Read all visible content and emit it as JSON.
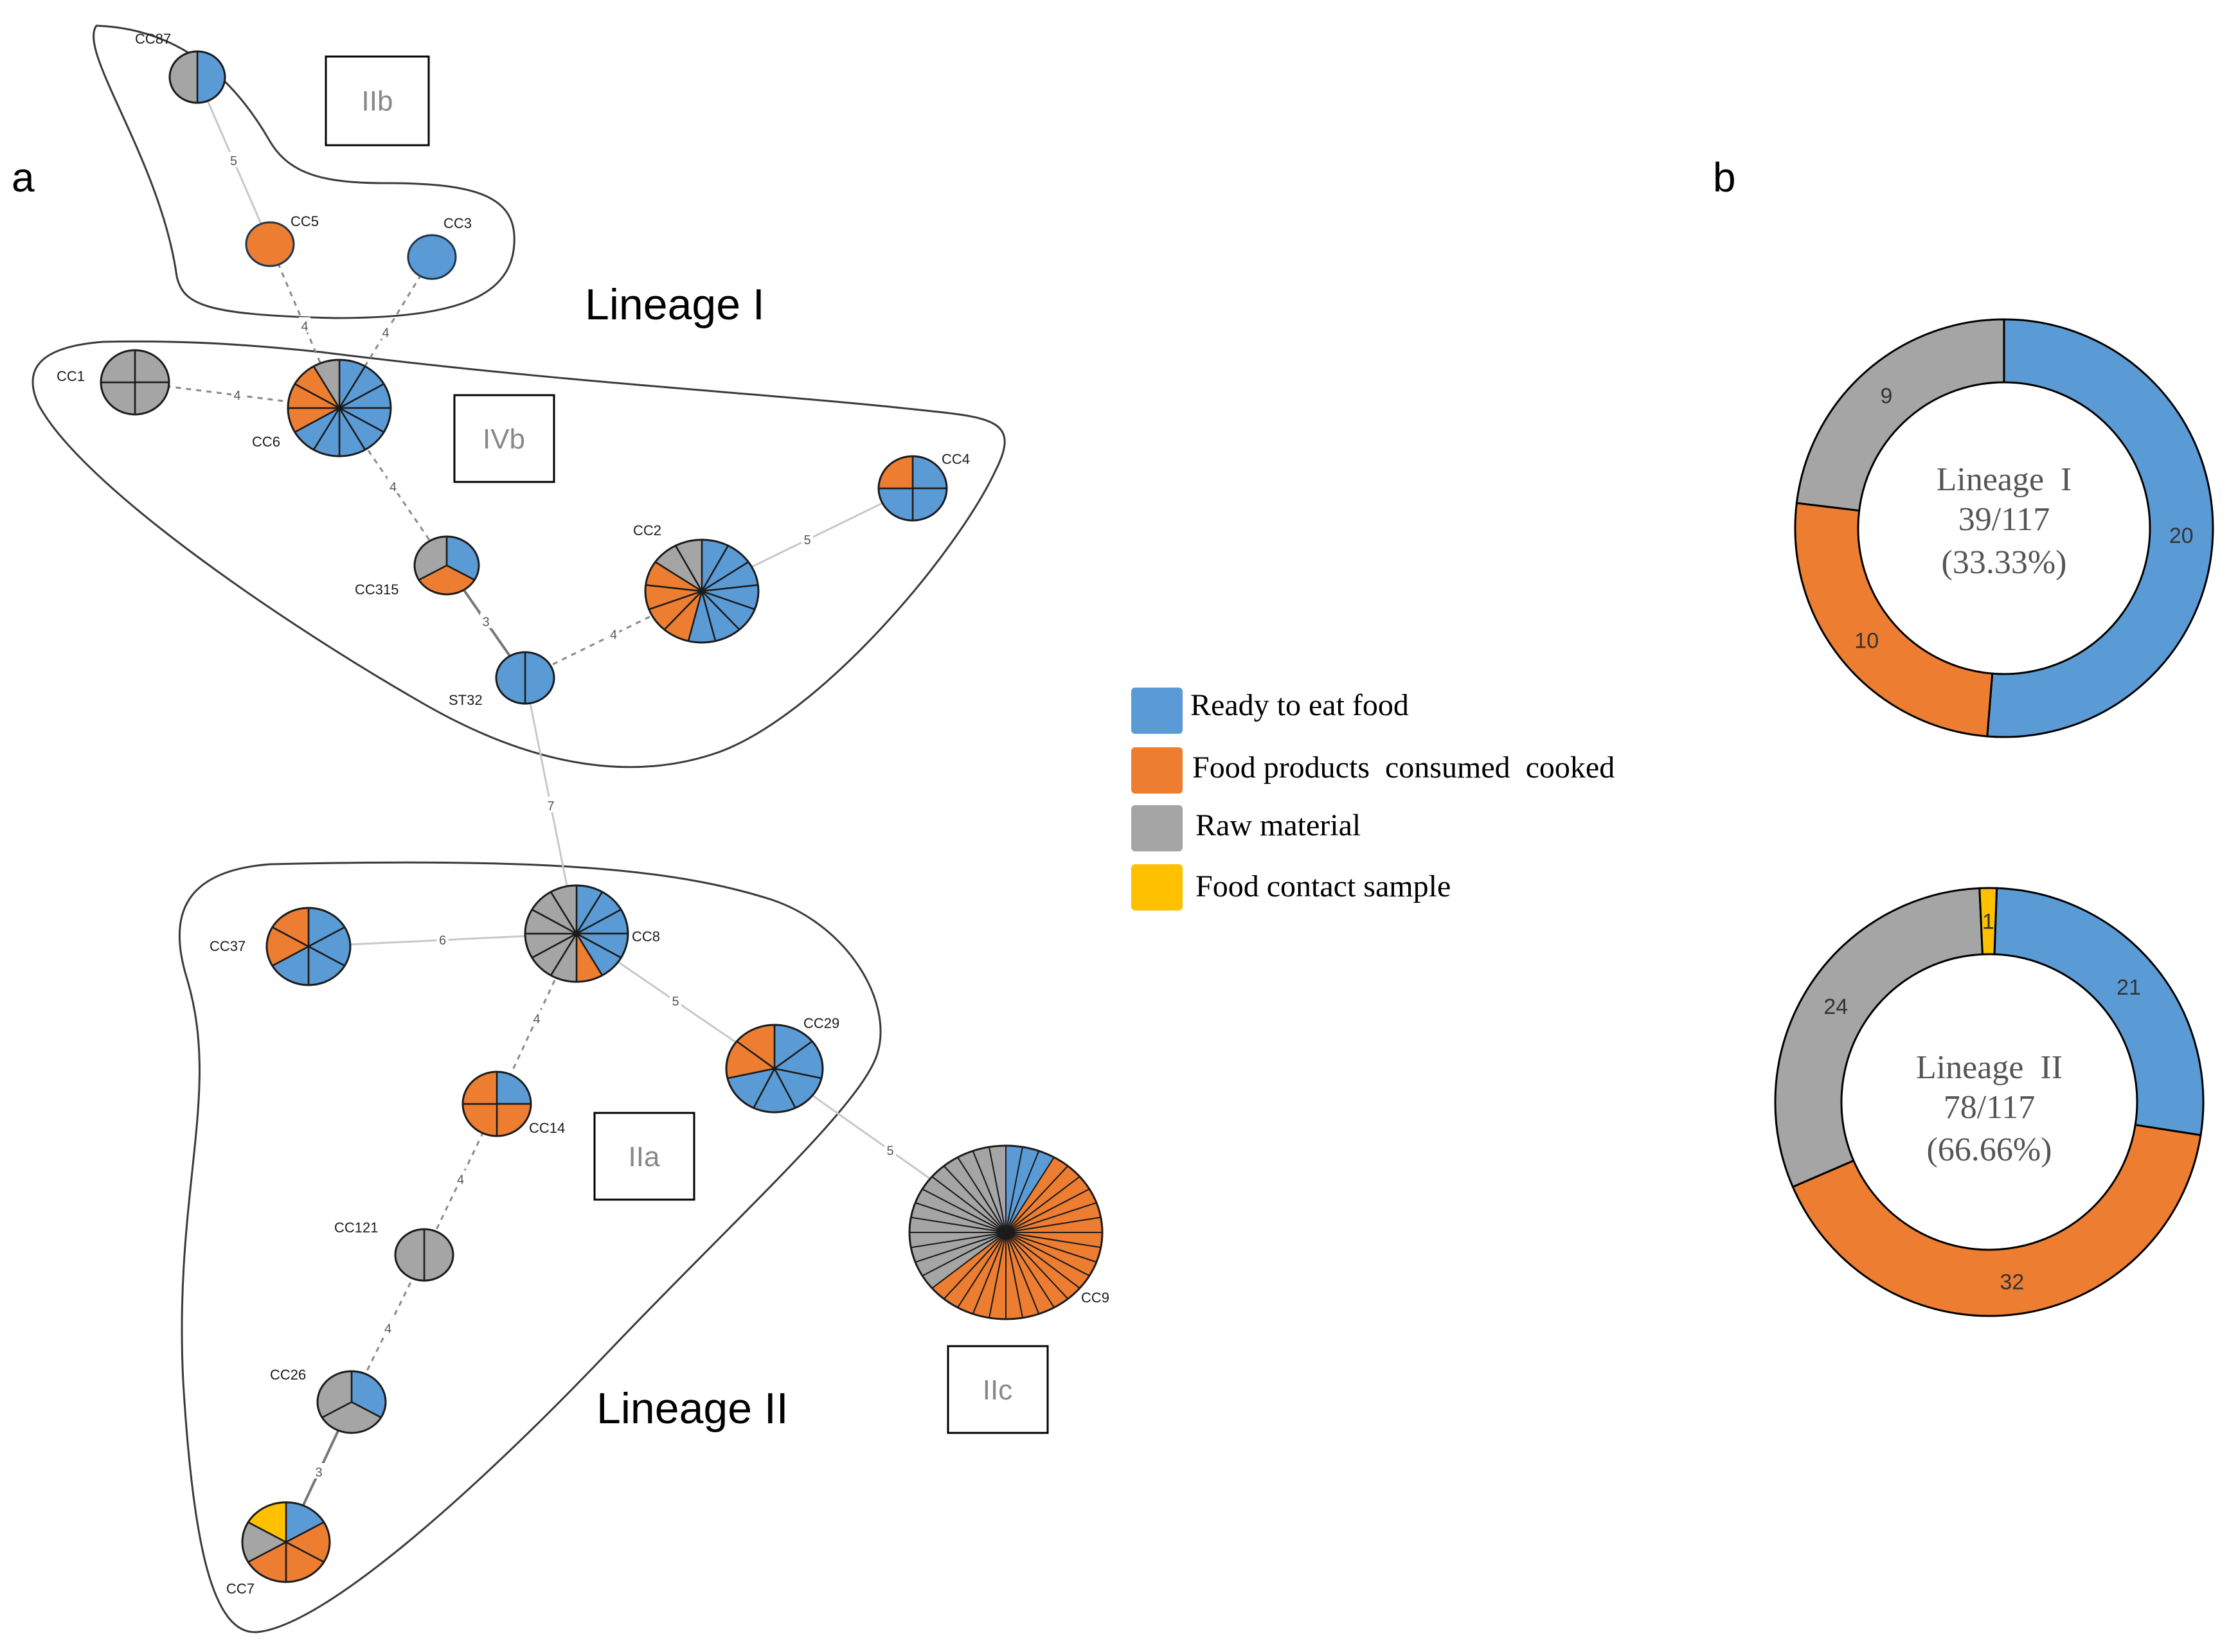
{
  "panel_labels": {
    "a": "a",
    "b": "b"
  },
  "lineage_labels": {
    "lineage1": "Lineage I",
    "lineage2": "Lineage II"
  },
  "serotype_boxes": [
    {
      "id": "IIb",
      "text": "IIb"
    },
    {
      "id": "IVb",
      "text": "IVb"
    },
    {
      "id": "IIa",
      "text": "IIa"
    },
    {
      "id": "IIc",
      "text": "IIc"
    }
  ],
  "colors": {
    "Ready to eat food": "#5b9bd5",
    "Food products consumed cooked": "#ed7d31",
    "Raw material": "#a5a5a5",
    "Food contact sample": "#ffc000"
  },
  "legend": {
    "items": [
      {
        "label": "Ready to eat food",
        "color": "#5b9bd5"
      },
      {
        "label": "Food products  consumed  cooked",
        "color": "#ed7d31"
      },
      {
        "label": "Raw material",
        "color": "#a5a5a5"
      },
      {
        "label": "Food contact sample",
        "color": "#ffc000"
      }
    ]
  },
  "network": {
    "nodes": [
      {
        "id": "CC87",
        "label": "CC87",
        "counts": {
          "Ready to eat food": 1,
          "Raw material": 1
        }
      },
      {
        "id": "CC5",
        "label": "CC5",
        "counts": {
          "Food products consumed cooked": 1
        }
      },
      {
        "id": "CC3",
        "label": "CC3",
        "counts": {
          "Ready to eat food": 1
        }
      },
      {
        "id": "CC1",
        "label": "CC1",
        "counts": {
          "Raw material": 4
        }
      },
      {
        "id": "CC6",
        "label": "CC6",
        "counts": {
          "Ready to eat food": 8,
          "Food products consumed cooked": 3,
          "Raw material": 1
        }
      },
      {
        "id": "CC4",
        "label": "CC4",
        "counts": {
          "Ready to eat food": 3,
          "Food products consumed cooked": 1
        }
      },
      {
        "id": "CC315",
        "label": "CC315",
        "counts": {
          "Ready to eat food": 1,
          "Food products consumed cooked": 1,
          "Raw material": 1
        }
      },
      {
        "id": "CC2",
        "label": "CC2",
        "counts": {
          "Ready to eat food": 7,
          "Food products consumed cooked": 4,
          "Raw material": 2
        }
      },
      {
        "id": "ST32",
        "label": "ST32",
        "counts": {
          "Ready to eat food": 2
        }
      },
      {
        "id": "CC37",
        "label": "CC37",
        "counts": {
          "Ready to eat food": 4,
          "Food products consumed cooked": 2
        }
      },
      {
        "id": "CC8",
        "label": "CC8",
        "counts": {
          "Ready to eat food": 5,
          "Food products consumed cooked": 1,
          "Raw material": 6
        }
      },
      {
        "id": "CC29",
        "label": "CC29",
        "counts": {
          "Ready to eat food": 5,
          "Food products consumed cooked": 2
        }
      },
      {
        "id": "CC14",
        "label": "CC14",
        "counts": {
          "Ready to eat food": 1,
          "Food products consumed cooked": 3
        }
      },
      {
        "id": "CC121",
        "label": "CC121",
        "counts": {
          "Raw material": 2
        }
      },
      {
        "id": "CC9",
        "label": "CC9",
        "counts": {
          "Ready to eat food": 3,
          "Food products consumed cooked": 20,
          "Raw material": 13
        }
      },
      {
        "id": "CC26",
        "label": "CC26",
        "counts": {
          "Ready to eat food": 1,
          "Raw material": 2
        }
      },
      {
        "id": "CC7",
        "label": "CC7",
        "counts": {
          "Ready to eat food": 1,
          "Food products consumed cooked": 3,
          "Raw material": 1,
          "Food contact sample": 1
        }
      }
    ],
    "edges": [
      {
        "from": "CC87",
        "to": "CC5",
        "label": "5",
        "style": "solid"
      },
      {
        "from": "CC5",
        "to": "CC6",
        "label": "4",
        "style": "dashed"
      },
      {
        "from": "CC3",
        "to": "CC6",
        "label": "4",
        "style": "dashed"
      },
      {
        "from": "CC1",
        "to": "CC6",
        "label": "4",
        "style": "dashed"
      },
      {
        "from": "CC6",
        "to": "CC315",
        "label": "4",
        "style": "dashed"
      },
      {
        "from": "CC315",
        "to": "ST32",
        "label": "3",
        "style": "dark"
      },
      {
        "from": "ST32",
        "to": "CC2",
        "label": "4",
        "style": "dashed"
      },
      {
        "from": "CC2",
        "to": "CC4",
        "label": "5",
        "style": "solid"
      },
      {
        "from": "ST32",
        "to": "CC8",
        "label": "7",
        "style": "solid"
      },
      {
        "from": "CC37",
        "to": "CC8",
        "label": "6",
        "style": "solid"
      },
      {
        "from": "CC8",
        "to": "CC29",
        "label": "5",
        "style": "solid"
      },
      {
        "from": "CC8",
        "to": "CC14",
        "label": "4",
        "style": "dashed"
      },
      {
        "from": "CC29",
        "to": "CC9",
        "label": "5",
        "style": "solid"
      },
      {
        "from": "CC14",
        "to": "CC121",
        "label": "4",
        "style": "dashed"
      },
      {
        "from": "CC121",
        "to": "CC26",
        "label": "4",
        "style": "dashed"
      },
      {
        "from": "CC26",
        "to": "CC7",
        "label": "3",
        "style": "dark"
      }
    ]
  },
  "chart_data": [
    {
      "type": "pie",
      "center_text": [
        "Lineage  I",
        "39/117",
        "(33.33%)"
      ],
      "slices": [
        {
          "category": "Ready to eat food",
          "value": 20,
          "label": "20"
        },
        {
          "category": "Food products consumed cooked",
          "value": 10,
          "label": "10"
        },
        {
          "category": "Raw material",
          "value": 9,
          "label": "9"
        }
      ]
    },
    {
      "type": "pie",
      "center_text": [
        "Lineage  II",
        "78/117",
        "(66.66%)"
      ],
      "slices": [
        {
          "category": "Ready to eat food",
          "value": 21,
          "label": "21"
        },
        {
          "category": "Food products consumed cooked",
          "value": 32,
          "label": "32"
        },
        {
          "category": "Raw material",
          "value": 24,
          "label": "24"
        },
        {
          "category": "Food contact sample",
          "value": 1,
          "label": "1"
        }
      ]
    }
  ]
}
